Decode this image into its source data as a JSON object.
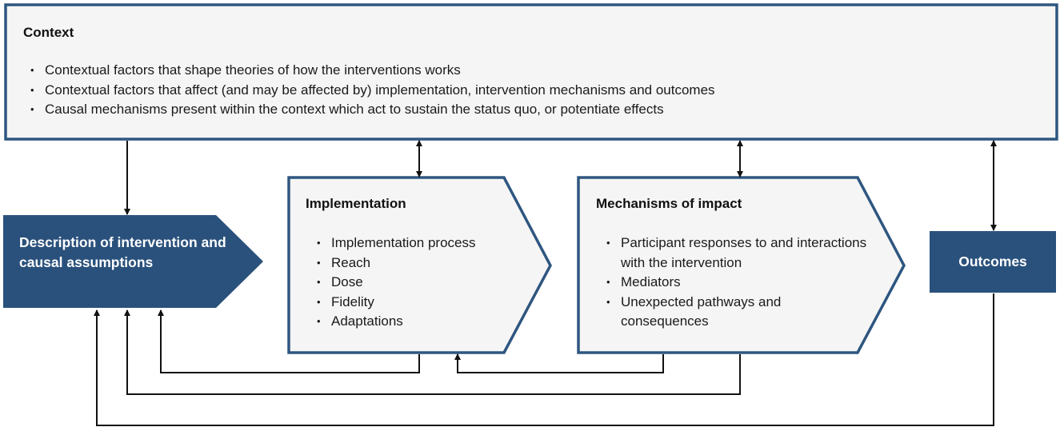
{
  "colors": {
    "dark_blue": "#2a517c",
    "border_blue": "#2e5680",
    "box_fill": "#f5f5f5",
    "arrow": "#111111"
  },
  "context": {
    "title": "Context",
    "items": [
      "Contextual factors that shape theories of how the interventions works",
      "Contextual factors that affect (and may be affected by) implementation, intervention mechanisms and outcomes",
      "Causal mechanisms present within the context which act to sustain the status quo, or potentiate effects"
    ]
  },
  "description": {
    "label": "Description of intervention and causal assumptions"
  },
  "implementation": {
    "title": "Implementation",
    "items": [
      "Implementation process",
      "Reach",
      "Dose",
      "Fidelity",
      "Adaptations"
    ]
  },
  "mechanisms": {
    "title": "Mechanisms of impact",
    "items": [
      "Participant responses to and interactions with the intervention",
      "Mediators",
      "Unexpected pathways and consequences"
    ]
  },
  "outcomes": {
    "label": "Outcomes"
  }
}
